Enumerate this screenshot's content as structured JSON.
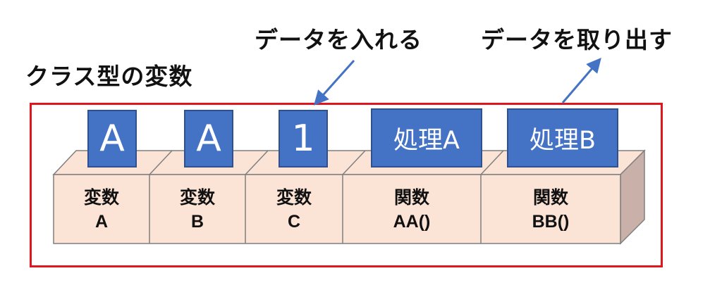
{
  "title": "クラス型の変数",
  "label_put": "データを入れる",
  "label_take": "データを取り出す",
  "blocks": [
    {
      "text": "A"
    },
    {
      "text": "A"
    },
    {
      "text": "1"
    },
    {
      "text": "処理A"
    },
    {
      "text": "処理B"
    }
  ],
  "cells": [
    {
      "line1": "変数",
      "line2": "A"
    },
    {
      "line1": "変数",
      "line2": "B"
    },
    {
      "line1": "変数",
      "line2": "C"
    },
    {
      "line1": "関数",
      "line2": "AA()"
    },
    {
      "line1": "関数",
      "line2": "BB()"
    }
  ],
  "colors": {
    "frame": "#e0161e",
    "block_fill": "#4472c4",
    "shelf_front": "#fbe3d6",
    "shelf_side": "#c9b1a9",
    "arrow": "#4472c4"
  }
}
